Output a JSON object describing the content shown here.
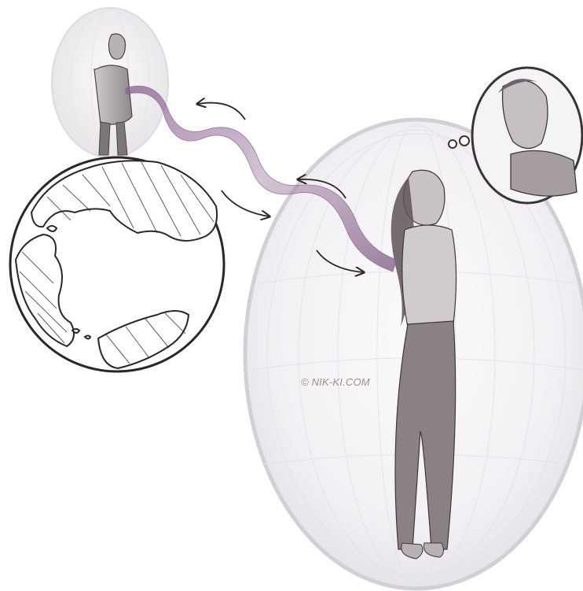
{
  "watermark": {
    "text": "© NIK-KI.COM"
  },
  "palette": {
    "bubble_fill": "#f3f2f4",
    "bubble_stroke": "#d2cfd3",
    "ink": "#2b2628",
    "ribbon": "#8e6a90",
    "thought_bubble_stroke": "#3a3436"
  },
  "figures": {
    "small_man": "man-standing-on-globe",
    "woman": "woman-standing-in-bubble",
    "thought": "man-portrait-in-thought-bubble"
  }
}
